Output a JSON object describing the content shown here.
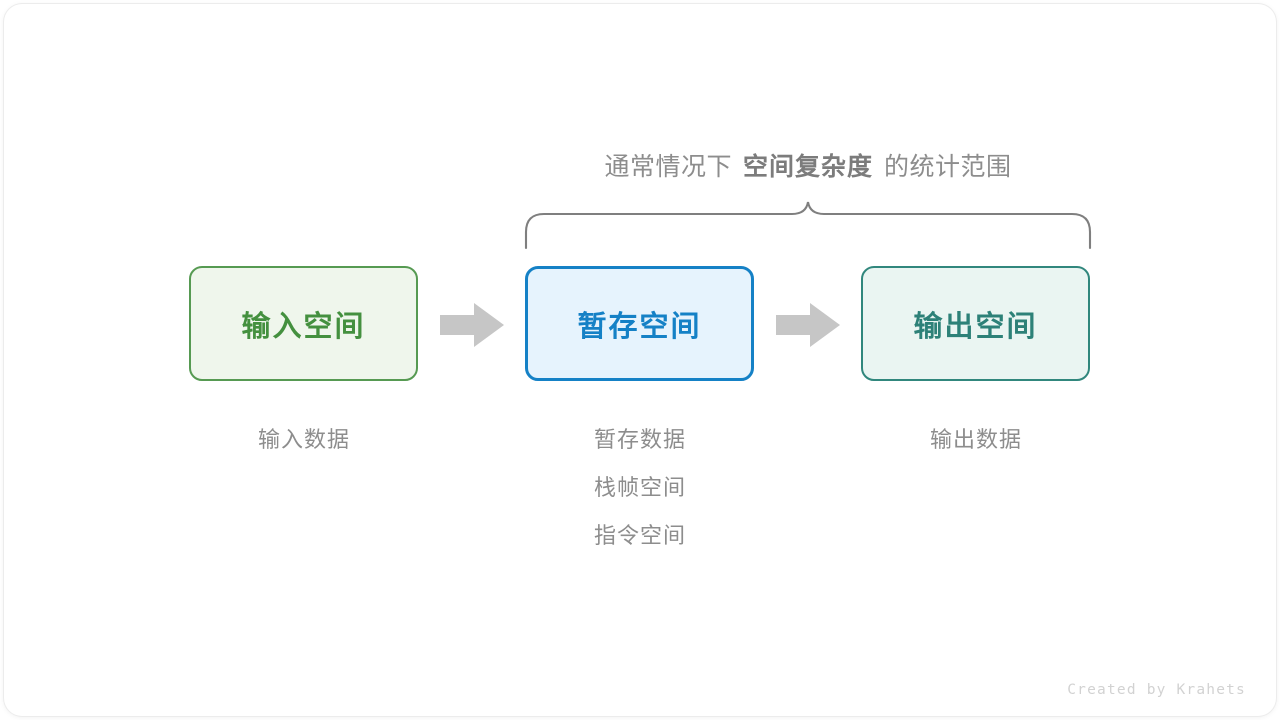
{
  "diagram": {
    "title": {
      "lead": "通常情况下",
      "emphasis": "空间复杂度",
      "tail": "的统计范围"
    },
    "brace": {
      "label": "scope-brace",
      "color": "#7f7f7f",
      "spans_nodes": [
        "暂存空间",
        "输出空间"
      ]
    },
    "nodes": [
      {
        "id": "input-space",
        "label": "输入空间",
        "border_color": "#569a52",
        "fill_color": "#eff6ec",
        "text_color": "#44903f"
      },
      {
        "id": "temp-space",
        "label": "暂存空间",
        "border_color": "#1581c6",
        "fill_color": "#e6f3fd",
        "text_color": "#1581c6"
      },
      {
        "id": "output-space",
        "label": "输出空间",
        "border_color": "#31877d",
        "fill_color": "#eaf5f2",
        "text_color": "#2d8178"
      }
    ],
    "arrows": [
      {
        "id": "arrow-input-to-temp",
        "icon": "right-arrow-icon",
        "color": "#c6c6c6"
      },
      {
        "id": "arrow-temp-to-output",
        "icon": "right-arrow-icon",
        "color": "#c6c6c6"
      }
    ],
    "captions": [
      {
        "id": "input-captions",
        "lines": [
          "输入数据"
        ]
      },
      {
        "id": "temp-captions",
        "lines": [
          "暂存数据",
          "栈帧空间",
          "指令空间"
        ]
      },
      {
        "id": "output-captions",
        "lines": [
          "输出数据"
        ]
      }
    ],
    "caption_color": "#8d8d8d"
  },
  "credit": "Created by Krahets"
}
